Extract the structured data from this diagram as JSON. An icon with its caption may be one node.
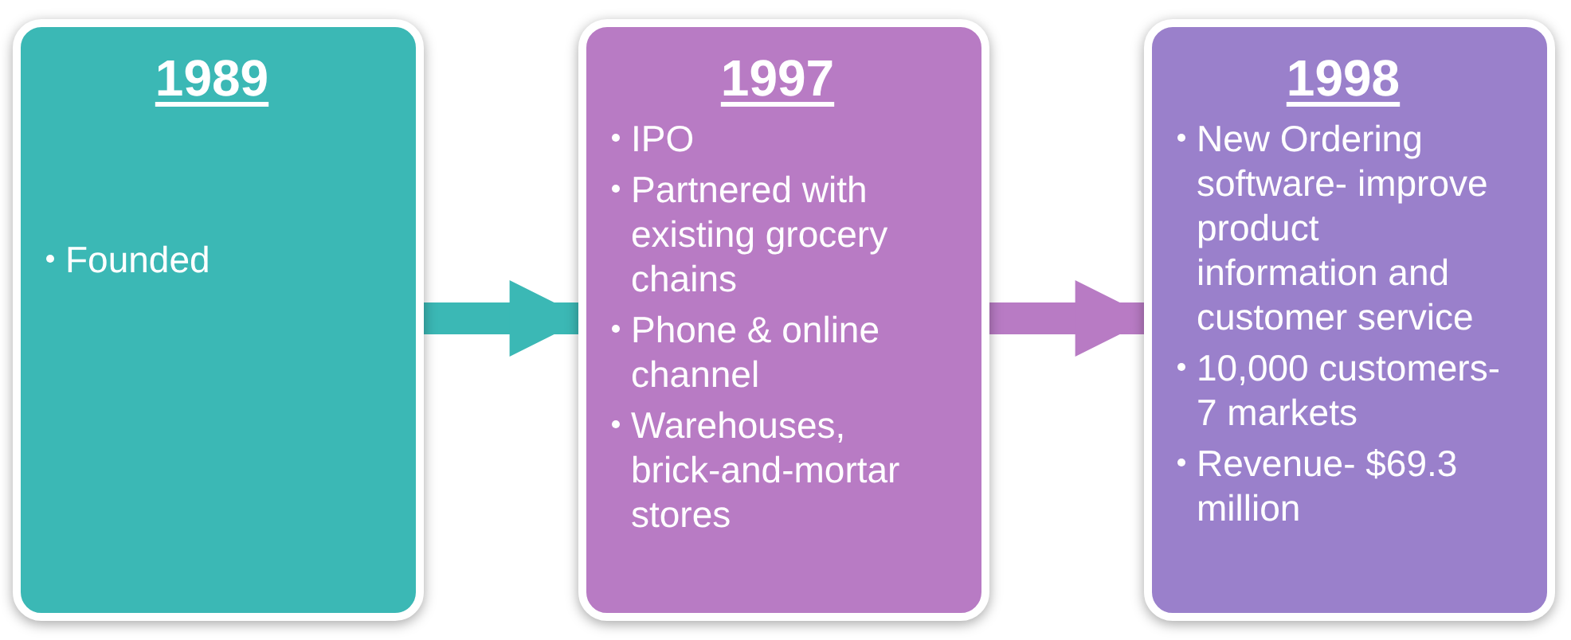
{
  "diagram": {
    "nodes": [
      {
        "text": [
          "1989",
          "Founded"
        ]
      },
      {
        "text": [
          "1997",
          "IPO",
          "Partnered with existing grocery chains",
          "Phone & online channel",
          "Warehouses, brick-and-mortar stores"
        ]
      },
      {
        "text": [
          "1998",
          "New Ordering software- improve product information and customer service",
          "10,000 customers- 7 markets",
          "Revenue- $69.3 million"
        ]
      }
    ],
    "edges": [
      {
        "from": 0,
        "to": 1,
        "arrow": "to",
        "color": "#3bb8b5"
      },
      {
        "from": 1,
        "to": 2,
        "arrow": "to",
        "color": "#b87bc4"
      }
    ]
  }
}
